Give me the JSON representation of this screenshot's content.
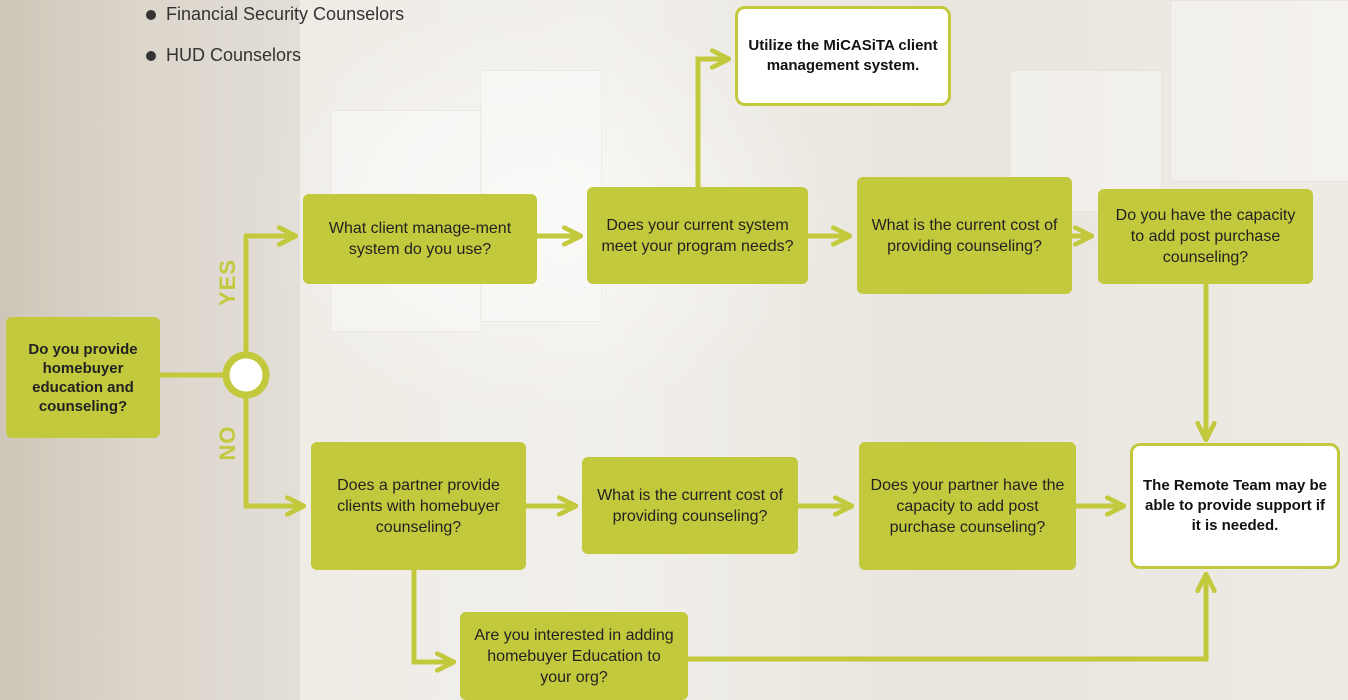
{
  "bullet_list": [
    "Financial Security Counselors",
    "HUD Counselors"
  ],
  "flowchart": {
    "start": "Do you provide homebuyer education and counseling?",
    "yes_label": "YES",
    "no_label": "NO",
    "yes_path": {
      "step1": "What client manage-ment system do you use?",
      "step2": "Does your current system meet your program needs?",
      "micasita": "Utilize the MiCASiTA client management system.",
      "step3": "What is the current cost of providing counseling?",
      "step4": "Do you have the capacity to add post purchase counseling?"
    },
    "no_path": {
      "step1": "Does a partner provide clients with homebuyer counseling?",
      "step2": "What is the current cost of providing counseling?",
      "step3": "Does your partner have the capacity to add post purchase counseling?",
      "interest": "Are you interested in adding homebuyer Education to your org?"
    },
    "outcome": "The Remote Team may be able to provide support if it is needed."
  },
  "colors": {
    "accent": "#c3c93d",
    "box_text": "#222222",
    "outcome_bg": "#ffffff"
  }
}
